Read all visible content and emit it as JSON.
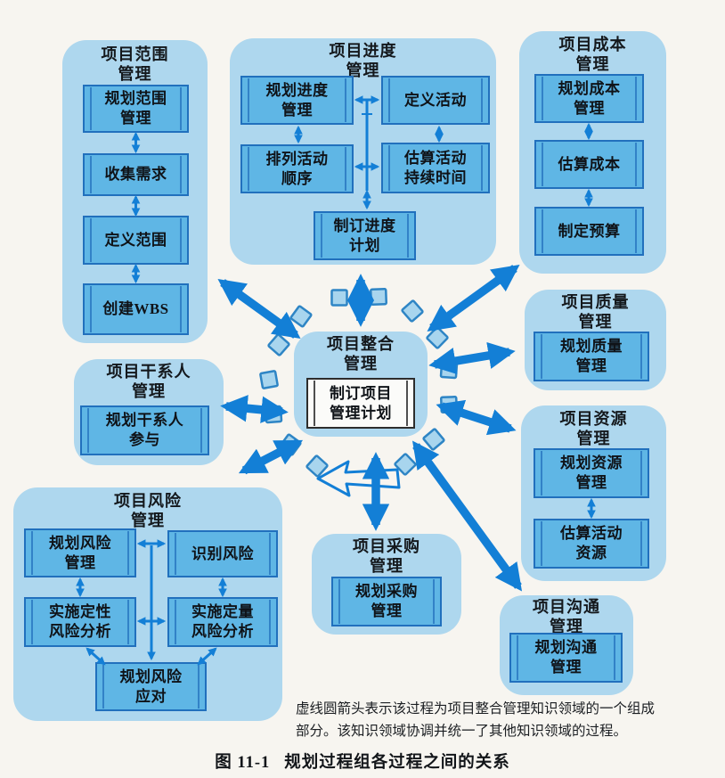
{
  "figure_type": "flowchart-diagram",
  "palette": {
    "paper": "#f7f5f0",
    "area_fill": "#aed7ee",
    "process_fill": "#5fb6e5",
    "process_border": "#2170bd",
    "arrow_blue": "#137fd6",
    "hub_process_fill": "#fbfbf9",
    "text": "#14181c"
  },
  "hub": {
    "title": "项目整合\n管理",
    "process": "制订项目\n管理计划"
  },
  "groups": [
    {
      "name": "scope",
      "title": "项目范围\n管理",
      "processes": [
        "规划范围\n管理",
        "收集需求",
        "定义范围",
        "创建WBS"
      ]
    },
    {
      "name": "schedule",
      "title": "项目进度\n管理",
      "processes": [
        "规划进度\n管理",
        "定义活动",
        "排列活动\n顺序",
        "估算活动\n持续时间",
        "制订进度\n计划"
      ]
    },
    {
      "name": "cost",
      "title": "项目成本\n管理",
      "processes": [
        "规划成本\n管理",
        "估算成本",
        "制定预算"
      ]
    },
    {
      "name": "quality",
      "title": "项目质量\n管理",
      "processes": [
        "规划质量\n管理"
      ]
    },
    {
      "name": "resource",
      "title": "项目资源\n管理",
      "processes": [
        "规划资源\n管理",
        "估算活动\n资源"
      ]
    },
    {
      "name": "stakeholder",
      "title": "项目干系人\n管理",
      "processes": [
        "规划干系人\n参与"
      ]
    },
    {
      "name": "risk",
      "title": "项目风险\n管理",
      "processes": [
        "规划风险\n管理",
        "识别风险",
        "实施定性\n风险分析",
        "实施定量\n风险分析",
        "规划风险\n应对"
      ]
    },
    {
      "name": "procurement",
      "title": "项目采购\n管理",
      "processes": [
        "规划采购\n管理"
      ]
    },
    {
      "name": "communications",
      "title": "项目沟通\n管理",
      "processes": [
        "规划沟通\n管理"
      ]
    }
  ],
  "note": {
    "text": "虚线圆箭头表示该过程为项目整合管理知识领域的一个组成\n部分。该知识领域协调并统一了其他知识领域的过程。"
  },
  "caption": {
    "label": "图 11-1",
    "title": "规划过程组各过程之间的关系"
  }
}
